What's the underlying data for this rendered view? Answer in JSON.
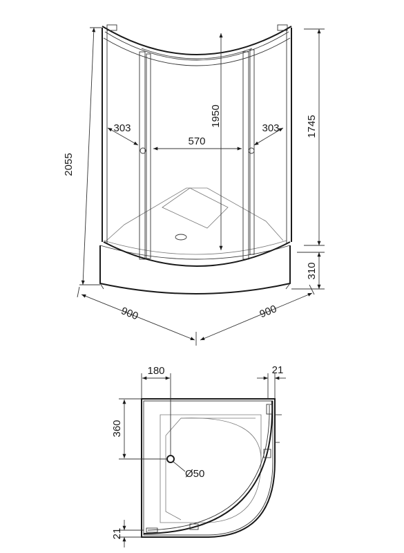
{
  "dimensions": {
    "total_height": "2055",
    "door_height": "1950",
    "glass_height": "1745",
    "side_width_left": "303",
    "entry_width": "570",
    "side_width_right": "303",
    "tray_height": "310",
    "depth_left": "900",
    "depth_right": "900",
    "drain_offset_x": "180",
    "frame_offset_top": "21",
    "drain_offset_y": "360",
    "drain_diameter": "Ø50",
    "frame_offset_bottom": "21"
  }
}
